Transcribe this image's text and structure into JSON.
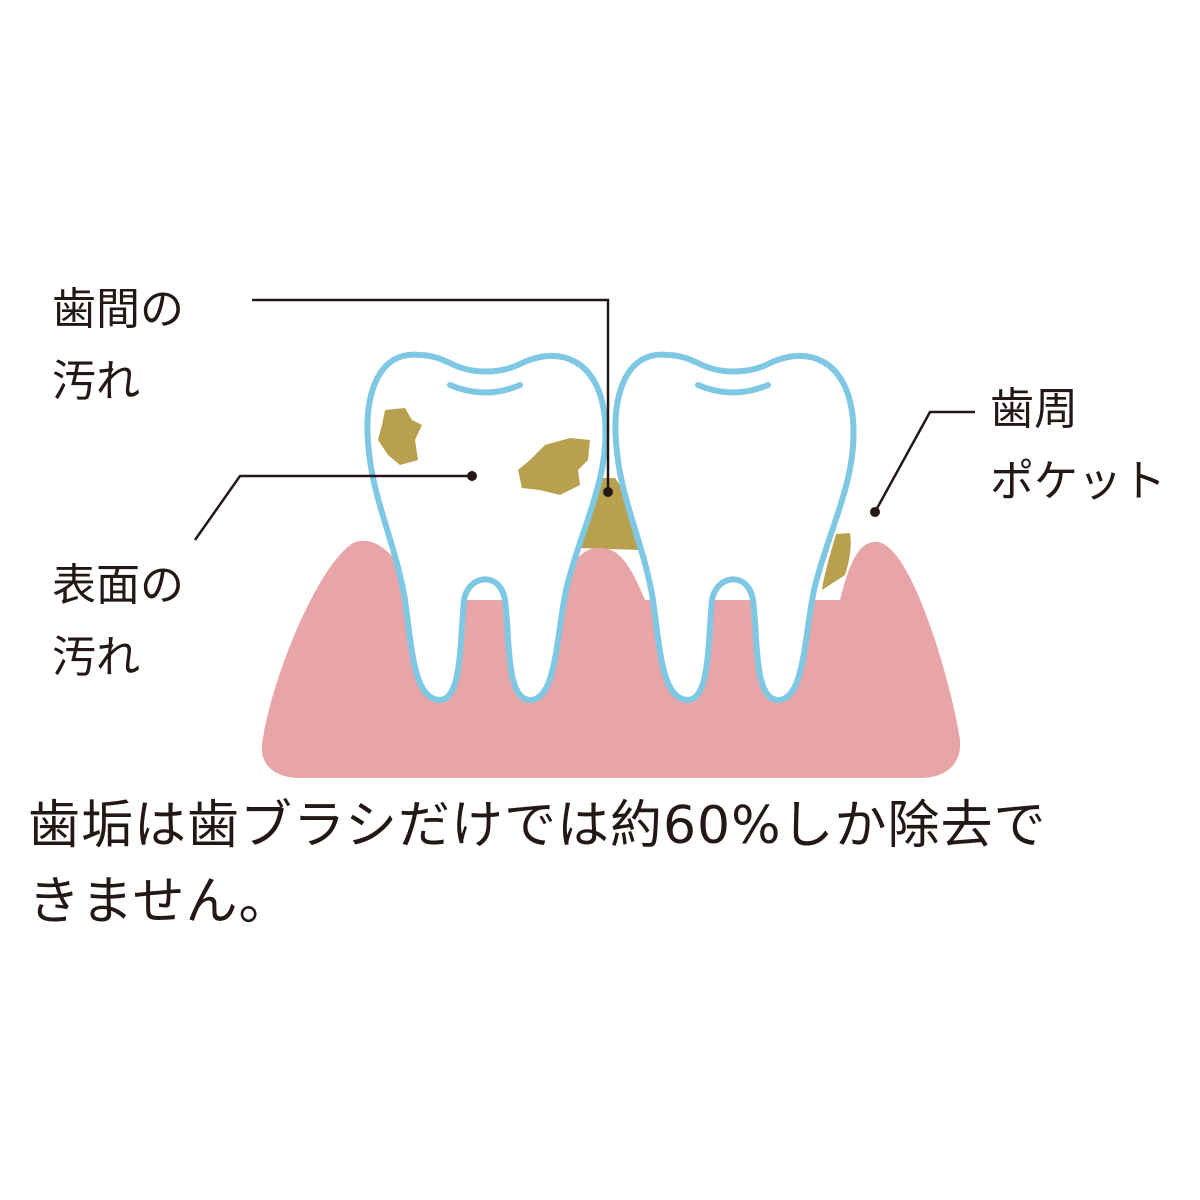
{
  "labels": {
    "interdental": [
      "歯間の",
      "汚れ"
    ],
    "surface": [
      "表面の",
      "汚れ"
    ],
    "periodontal": [
      "歯周",
      "ポケット"
    ]
  },
  "caption": [
    "歯垢は歯ブラシだけでは約60%しか除去で",
    "きません。"
  ],
  "colors": {
    "gum": "#e8a5a8",
    "tooth_outline": "#7ec8e3",
    "plaque": "#b9a04e",
    "text": "#231815"
  }
}
